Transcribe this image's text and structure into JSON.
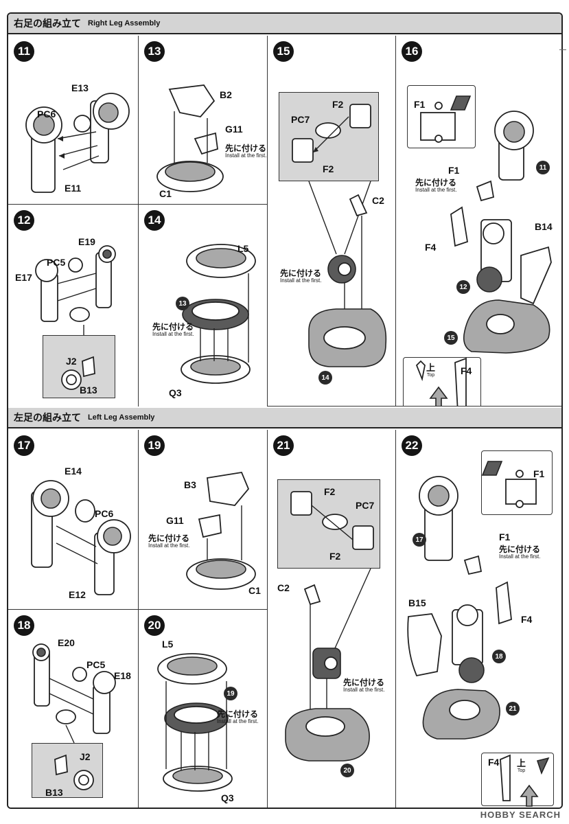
{
  "sections": {
    "right": {
      "title_jp": "右足の組み立て",
      "title_en": "Right Leg Assembly"
    },
    "left": {
      "title_jp": "左足の組み立て",
      "title_en": "Left Leg Assembly"
    }
  },
  "note": {
    "jp": "先に付ける",
    "en": "Install at the first."
  },
  "top": {
    "jp": "上",
    "en": "Top"
  },
  "steps": {
    "s11": {
      "num": "11",
      "parts": [
        "E13",
        "PC6",
        "E11"
      ]
    },
    "s12": {
      "num": "12",
      "parts": [
        "E19",
        "PC5",
        "E17",
        "J2",
        "B13"
      ]
    },
    "s13": {
      "num": "13",
      "parts": [
        "B2",
        "G11",
        "C1"
      ]
    },
    "s14": {
      "num": "14",
      "parts": [
        "L5",
        "Q3"
      ],
      "ref": "13"
    },
    "s15": {
      "num": "15",
      "parts": [
        "F2",
        "PC7",
        "F2",
        "C2"
      ],
      "ref": "14"
    },
    "s16": {
      "num": "16",
      "parts": [
        "F1",
        "F1",
        "F4",
        "B14",
        "F4"
      ],
      "refs": [
        "11",
        "12",
        "15"
      ]
    },
    "s17": {
      "num": "17",
      "parts": [
        "E14",
        "PC6",
        "E12"
      ]
    },
    "s18": {
      "num": "18",
      "parts": [
        "E20",
        "PC5",
        "E18",
        "J2",
        "B13"
      ]
    },
    "s19": {
      "num": "19",
      "parts": [
        "B3",
        "G11",
        "C1"
      ]
    },
    "s20": {
      "num": "20",
      "parts": [
        "L5",
        "Q3"
      ],
      "ref": "19"
    },
    "s21": {
      "num": "21",
      "parts": [
        "F2",
        "PC7",
        "F2",
        "C2"
      ],
      "ref": "20"
    },
    "s22": {
      "num": "22",
      "parts": [
        "F1",
        "F1",
        "B15",
        "F4",
        "F4"
      ],
      "refs": [
        "17",
        "18",
        "21"
      ]
    }
  },
  "watermark": "HOBBY SEARCH",
  "colors": {
    "header_bg": "#d4d4d4",
    "inset_bg": "#d6d6d6",
    "badge": "#151515"
  }
}
